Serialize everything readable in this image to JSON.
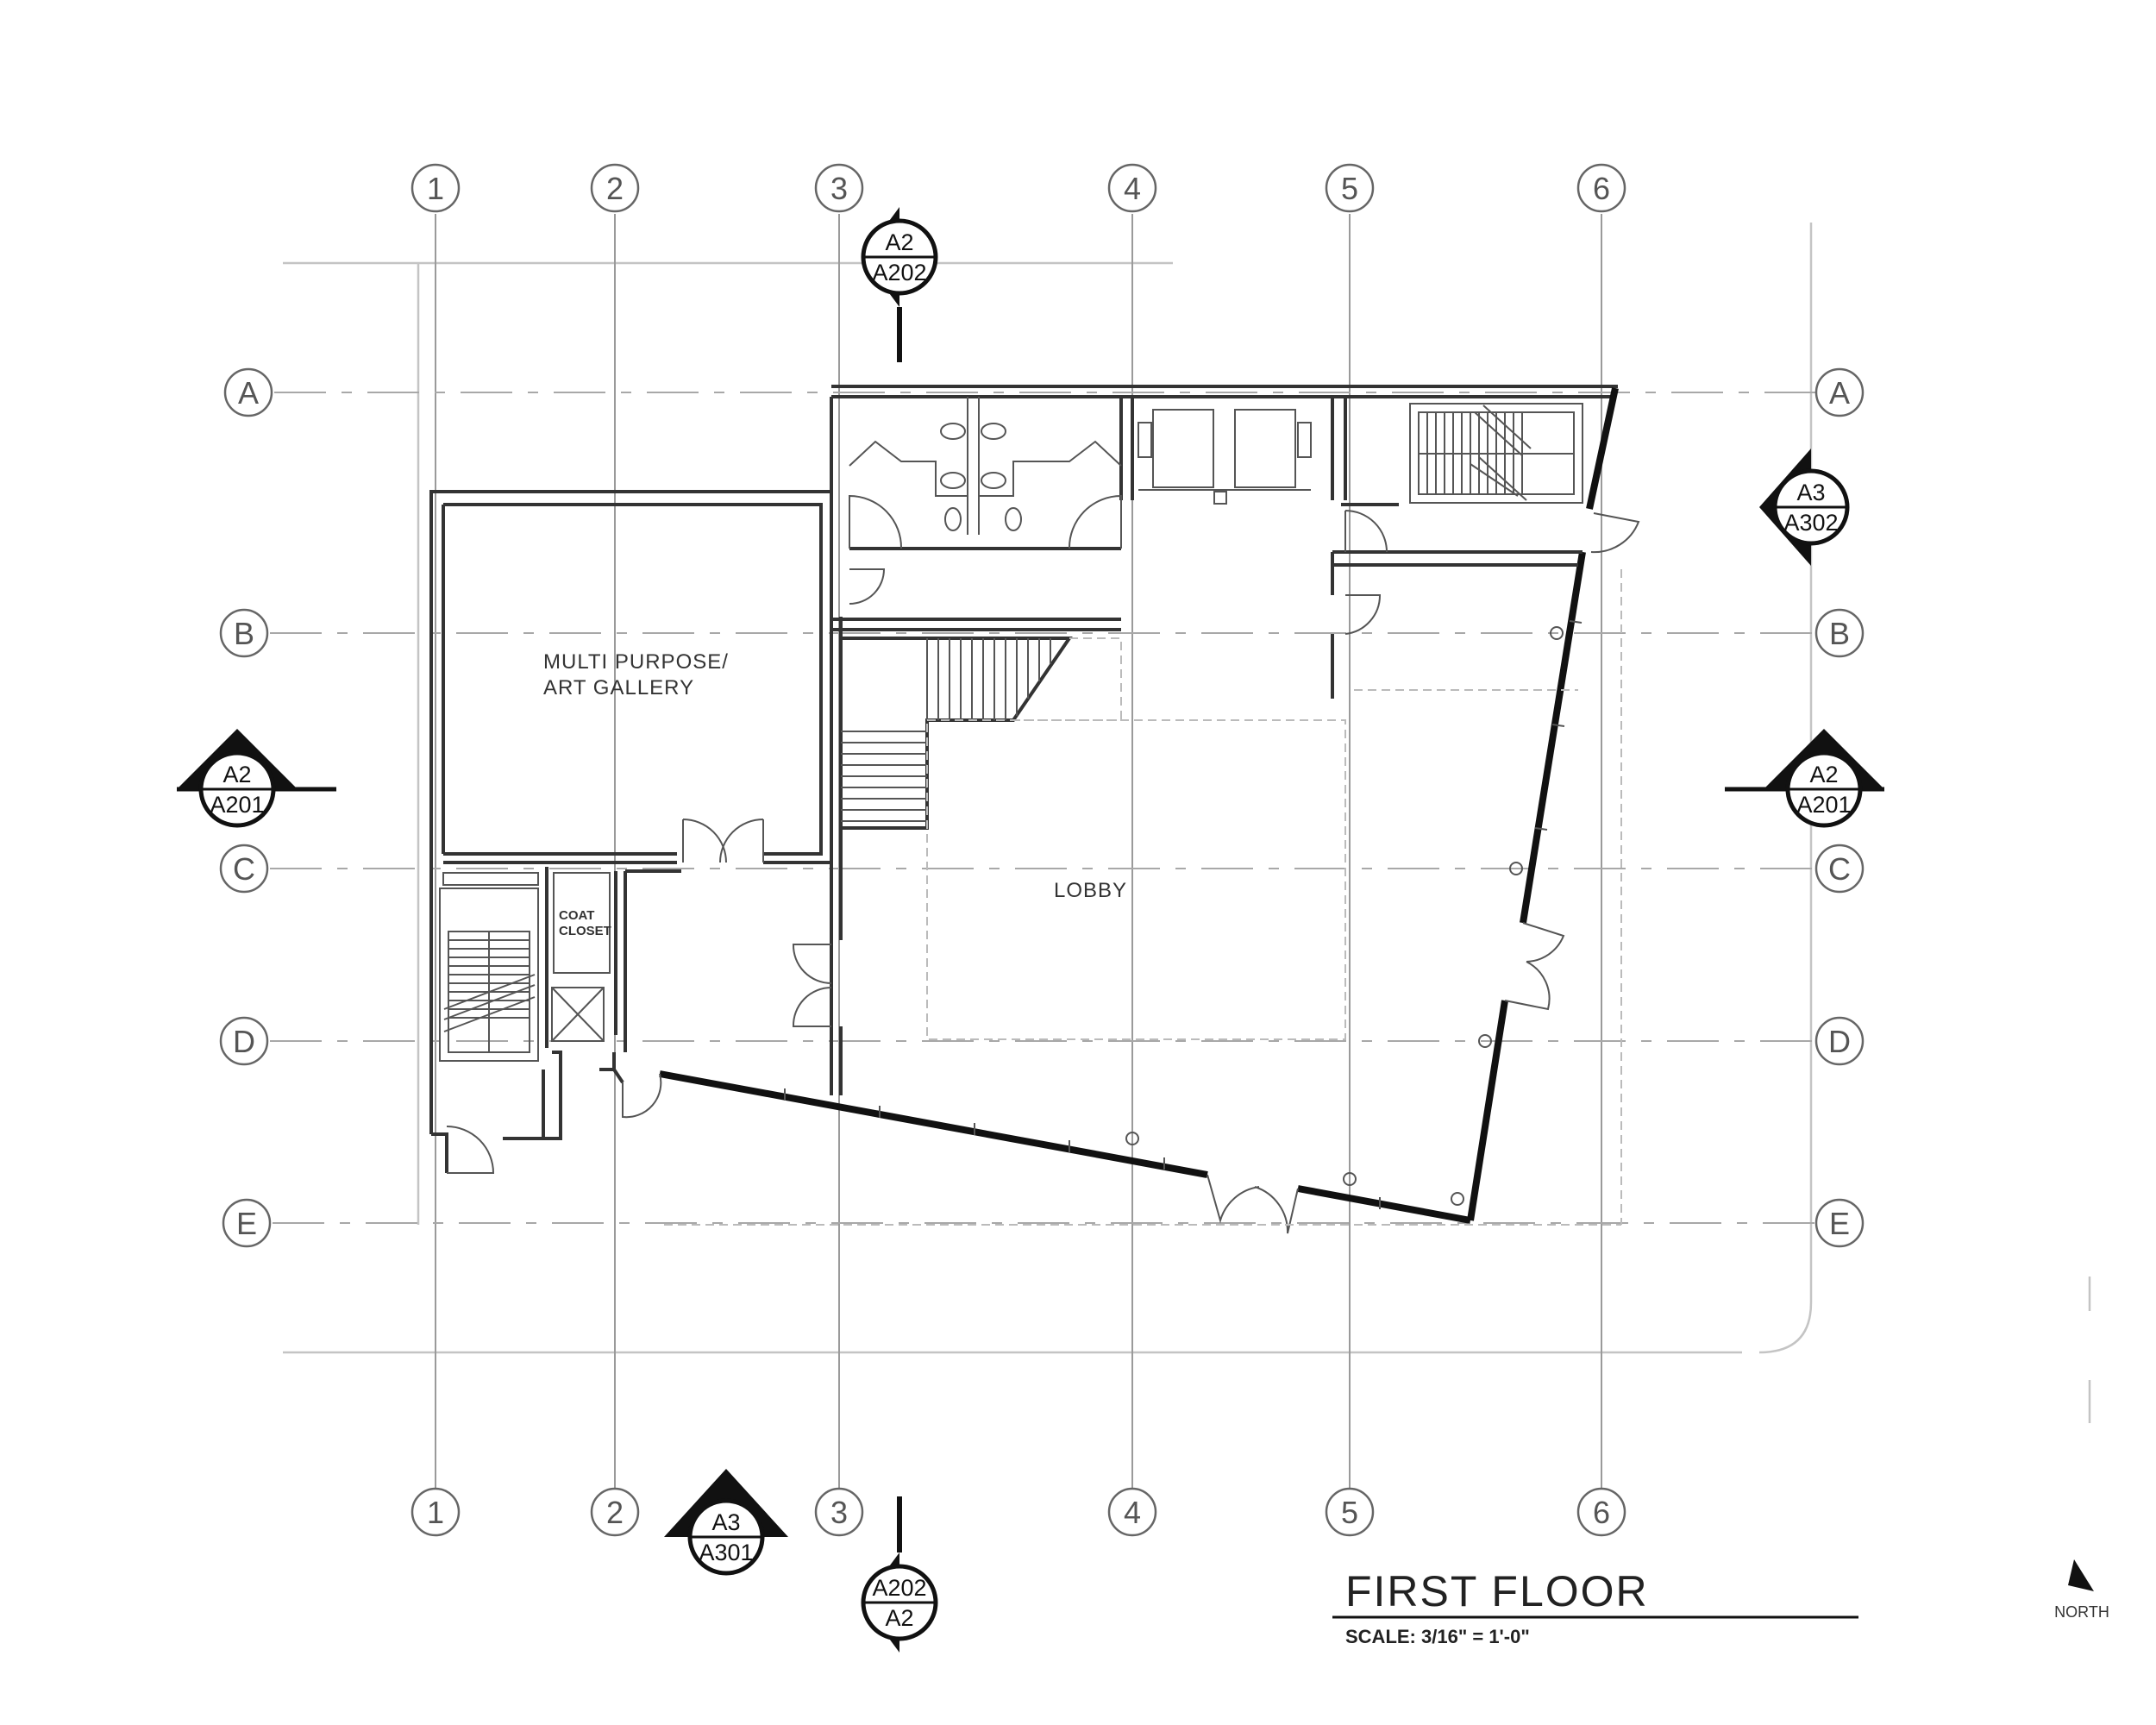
{
  "grid": {
    "columns": [
      "1",
      "2",
      "3",
      "4",
      "5",
      "6"
    ],
    "rows": [
      "A",
      "B",
      "C",
      "D",
      "E"
    ]
  },
  "section_markers": {
    "top": {
      "top": "A2",
      "bottom": "A202"
    },
    "right_upper": {
      "top": "A3",
      "bottom": "A302"
    },
    "left": {
      "top": "A2",
      "bottom": "A201"
    },
    "right_middle": {
      "top": "A2",
      "bottom": "A201"
    },
    "bottom_left": {
      "top": "A3",
      "bottom": "A301"
    },
    "bottom_center": {
      "top": "A202",
      "bottom": "A2"
    }
  },
  "rooms": {
    "multi_purpose_line1": "MULTI PURPOSE/",
    "multi_purpose_line2": "ART GALLERY",
    "lobby": "LOBBY",
    "coat_line1": "COAT",
    "coat_line2": "CLOSET"
  },
  "title_block": {
    "title": "FIRST FLOOR",
    "scale": "SCALE: 3/16\" = 1'-0\""
  },
  "north": {
    "label": "NORTH"
  }
}
